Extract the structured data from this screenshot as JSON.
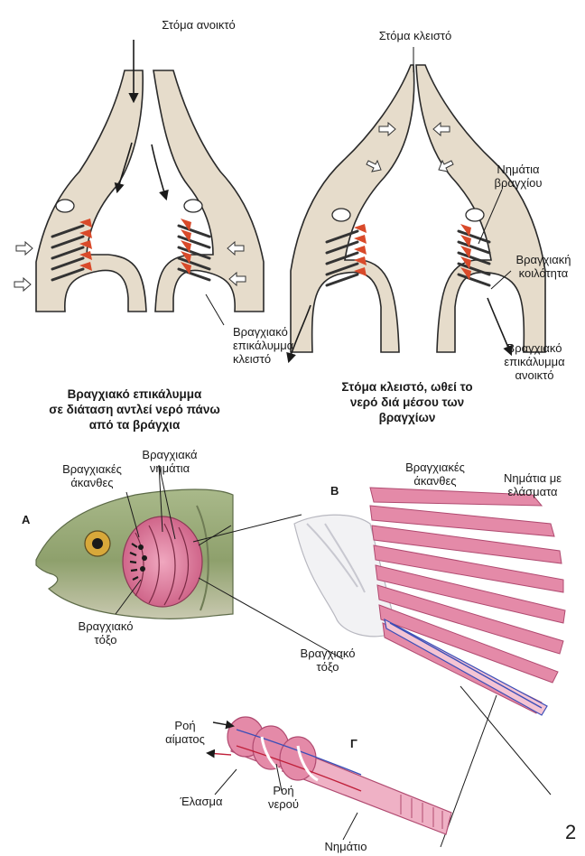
{
  "top_left": {
    "mouth_open": "Στόμα ανοικτό",
    "operculum_closed": "Βραγχιακό\nεπικάλυμμα\nκλειστό",
    "caption": "Βραγχιακό επικάλυμμα\nσε διάταση αντλεί νερό πάνω\nαπό τα  βράγχια"
  },
  "top_right": {
    "mouth_closed": "Στόμα κλειστό",
    "gill_filaments": "Νημάτια\nβραγχίου",
    "gill_cavity": "Βραγχιακή\nκοιλότητα",
    "operculum_open": "Βραγχιακό\nεπικάλυμμα\nανοικτό",
    "caption": "Στόμα κλειστό, ωθεί το\nνερό διά μέσου των\nβραγχίων"
  },
  "panel_a": {
    "letter": "Α",
    "gill_rakers": "Βραγχιακές\nάκανθες",
    "gill_filaments": "Βραγχιακά\nνημάτια",
    "gill_arch": "Βραγχιακό\nτόξο"
  },
  "panel_b": {
    "letter": "Β",
    "gill_rakers": "Βραγχιακές\nάκανθες",
    "filaments_lamellae": "Νημάτια με\nελάσματα",
    "gill_arch": "Βραγχιακό\nτόξο"
  },
  "panel_c": {
    "letter": "Γ",
    "blood_flow": "Ροή\nαίματος",
    "lamella": "Έλασμα",
    "water_flow": "Ροή\nνερού",
    "filament": "Νημάτιο"
  },
  "page_number": "2",
  "colors": {
    "tissue": "#e6dccb",
    "outline": "#2a2a2a",
    "gill_red": "#d94a2a",
    "gill_pink": "#e48aa8",
    "fish_green": "#8aa56a",
    "eye": "#d8a83a",
    "vessel_blue": "#3b4fb8"
  }
}
